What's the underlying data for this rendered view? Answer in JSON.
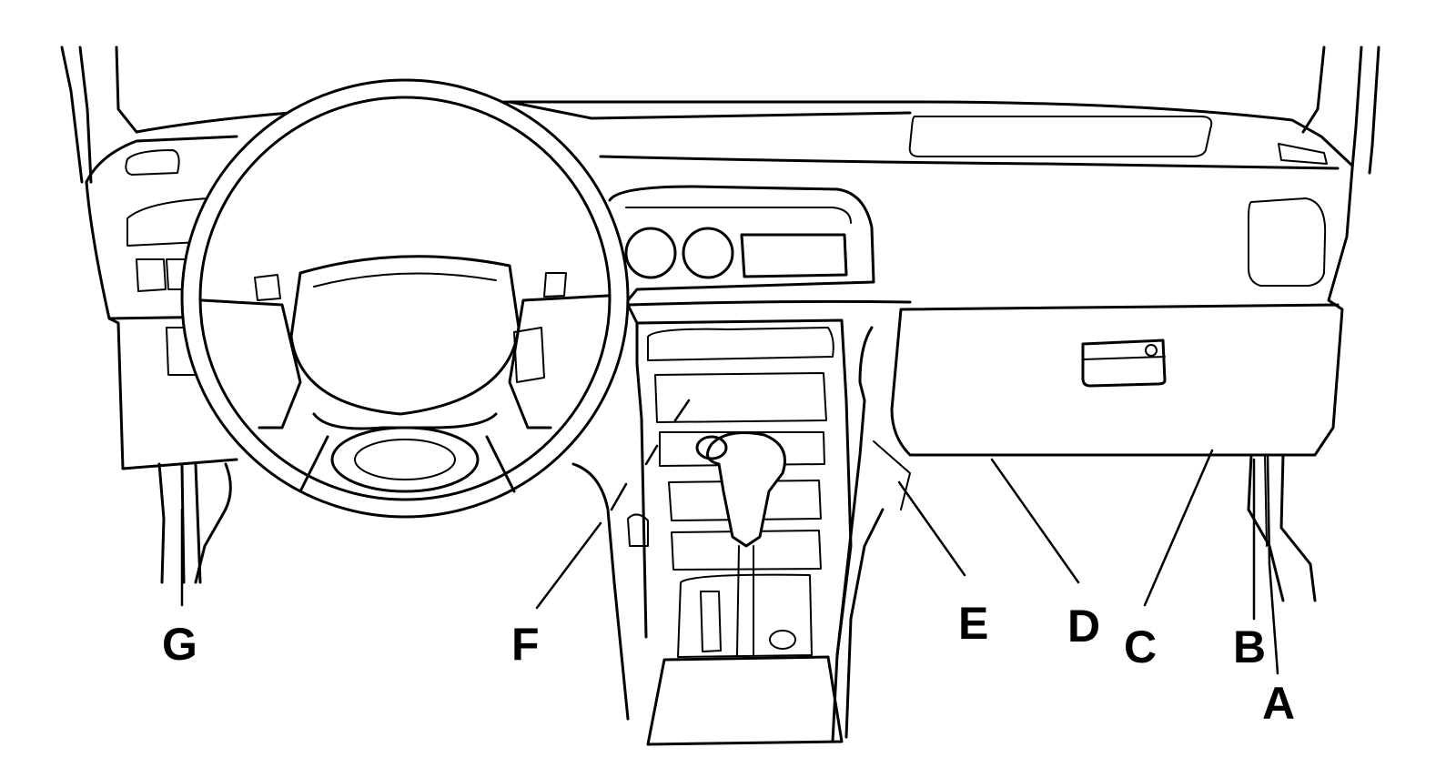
{
  "diagram": {
    "background": "#ffffff",
    "stroke_color": "#000000",
    "callouts": [
      {
        "id": "A",
        "label": "A"
      },
      {
        "id": "B",
        "label": "B"
      },
      {
        "id": "C",
        "label": "C"
      },
      {
        "id": "D",
        "label": "D"
      },
      {
        "id": "E",
        "label": "E"
      },
      {
        "id": "F",
        "label": "F"
      },
      {
        "id": "G",
        "label": "G"
      }
    ]
  }
}
